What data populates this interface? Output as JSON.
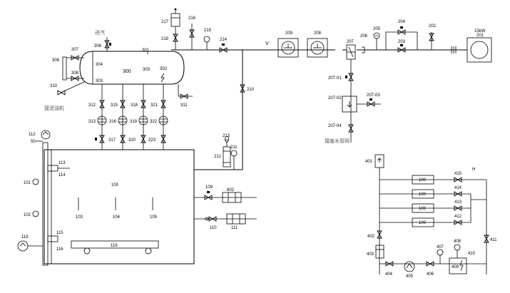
{
  "labels": {
    "l217": "217",
    "l218": "218",
    "l216": "216",
    "l215": "215",
    "l214": "214",
    "lv": "V",
    "l209": "209",
    "l208": "208",
    "l207": "207",
    "l206": "206",
    "l205": "205",
    "l204": "204",
    "l203": "203",
    "l202": "202",
    "l15kw": "15kW",
    "l201": "201",
    "l307": "307",
    "l308a": "308",
    "l308b": "308",
    "l306": "306",
    "l301": "301",
    "l304": "304",
    "l303a": "303",
    "l303b": "303",
    "l302": "302",
    "l300": "300",
    "l310": "310",
    "l311": "311",
    "l210": "210",
    "l312": "312",
    "l315": "315",
    "l318": "318",
    "l321": "321",
    "l313": "313",
    "l316": "316",
    "l319": "319",
    "l322": "322",
    "l317": "317",
    "l320": "320",
    "l323": "323",
    "l20701": "207-01",
    "l20702": "207-02",
    "l20703": "207-03",
    "l20704": "207-04",
    "l213": "213",
    "l212": "212",
    "l211": "211",
    "l112": "112",
    "l50": "50",
    "l113": "113",
    "l114": "114",
    "l101": "101",
    "l102": "102",
    "l100": "100",
    "l103": "103",
    "l104": "104",
    "l105": "105",
    "l109": "109",
    "l802": "802",
    "l110": "110",
    "l111": "111",
    "l118": "118",
    "l115": "115",
    "l116": "116",
    "l119": "119",
    "l401": "401",
    "l100a": "100",
    "l100b": "100",
    "l100c": "100",
    "l100d": "100",
    "l415": "415",
    "l414": "414",
    "l413": "413",
    "l412": "412",
    "l411": "411",
    "l402": "402",
    "l403": "403",
    "l404": "404",
    "l405": "405",
    "l406": "406",
    "l407": "407",
    "l408": "408",
    "l409": "409",
    "l410": "410"
  },
  "notes": {
    "steam_in": "进汽",
    "to_oil_machine": "接滤油机",
    "to_drain": "接废水管网",
    "h_mark": "H"
  }
}
